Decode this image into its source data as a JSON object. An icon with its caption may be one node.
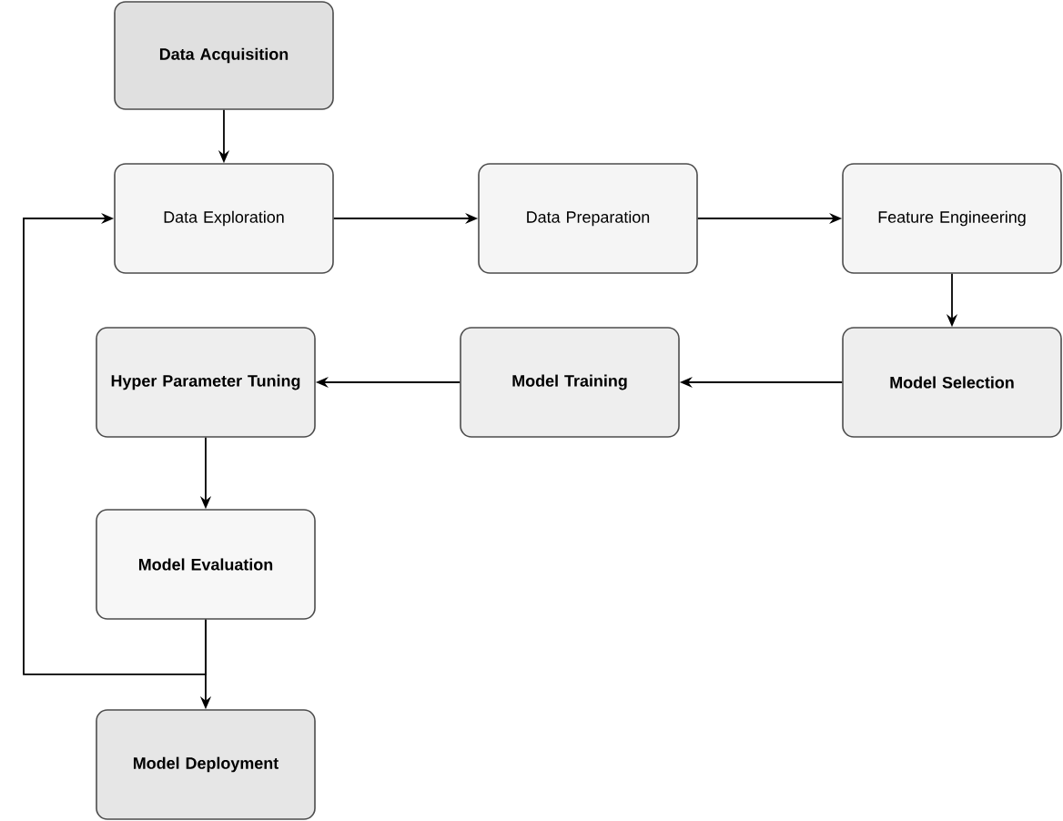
{
  "diagram": {
    "nodes": [
      {
        "text": [
          "Data Acquisition"
        ]
      },
      {
        "text": [
          "Data Exploration"
        ]
      },
      {
        "text": [
          "Data Preparation"
        ]
      },
      {
        "text": [
          "Feature Engineering"
        ]
      },
      {
        "text": [
          "Model Selection"
        ]
      },
      {
        "text": [
          "Model Training"
        ]
      },
      {
        "text": [
          "Hyper Parameter Tuning"
        ]
      },
      {
        "text": [
          "Model Evaluation"
        ]
      },
      {
        "text": [
          "Model Deployment"
        ]
      }
    ],
    "edges": [
      {
        "from": 0,
        "to": 1,
        "arrow": "to"
      },
      {
        "from": 1,
        "to": 2,
        "arrow": "to"
      },
      {
        "from": 2,
        "to": 3,
        "arrow": "to"
      },
      {
        "from": 3,
        "to": 4,
        "arrow": "to"
      },
      {
        "from": 4,
        "to": 5,
        "arrow": "to"
      },
      {
        "from": 5,
        "to": 6,
        "arrow": "to"
      },
      {
        "from": 6,
        "to": 7,
        "arrow": "to"
      },
      {
        "from": 7,
        "to": 8,
        "arrow": "to"
      },
      {
        "from": 7,
        "to": 1,
        "arrow": "to"
      }
    ]
  }
}
